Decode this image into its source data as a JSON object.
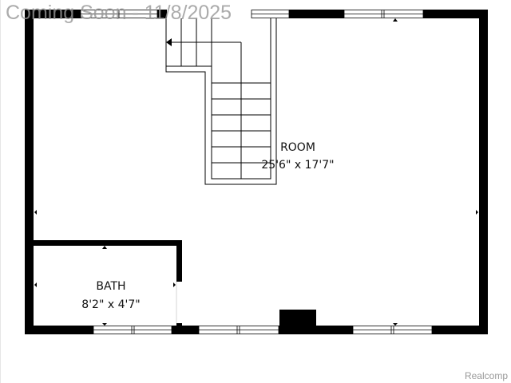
{
  "watermark": "Coming Soon - 11/8/2025",
  "credit": "Realcomp",
  "rooms": [
    {
      "name": "ROOM",
      "dimensions": "25'6\" x 17'7\""
    },
    {
      "name": "BATH",
      "dimensions": "8'2\" x 4'7\""
    }
  ],
  "colors": {
    "wall": "#000000",
    "background": "#ffffff",
    "watermark": "#969696"
  }
}
